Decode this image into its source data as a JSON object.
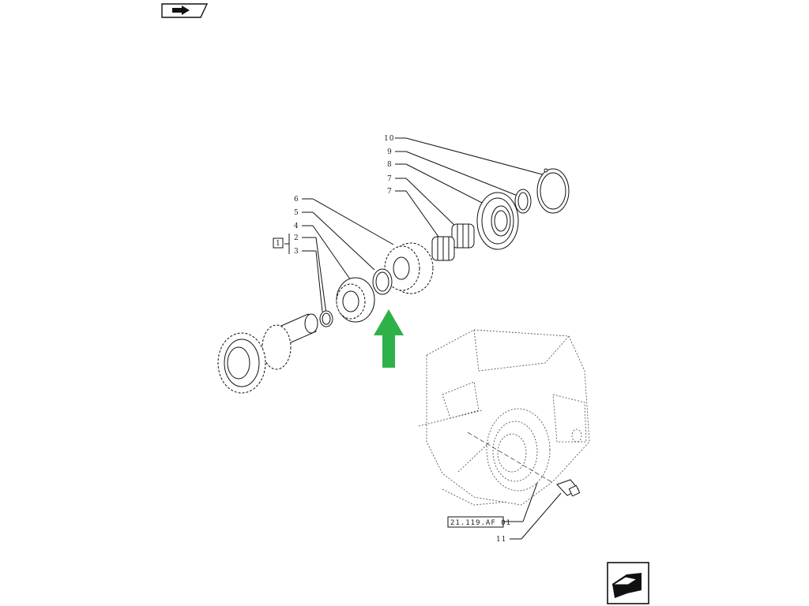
{
  "nav": {
    "top_icon": "arrow-left-icon",
    "bottom_icon": "arrow-right-icon"
  },
  "callouts": {
    "c10": "10",
    "c9": "9",
    "c8": "8",
    "c7a": "7",
    "c7b": "7",
    "c6": "6",
    "c5": "5",
    "c4": "4",
    "c2": "2",
    "c3": "3",
    "c11": "11"
  },
  "kit_box": "1",
  "reference": "21.119.AF 01",
  "highlight_color": "#2eb148"
}
